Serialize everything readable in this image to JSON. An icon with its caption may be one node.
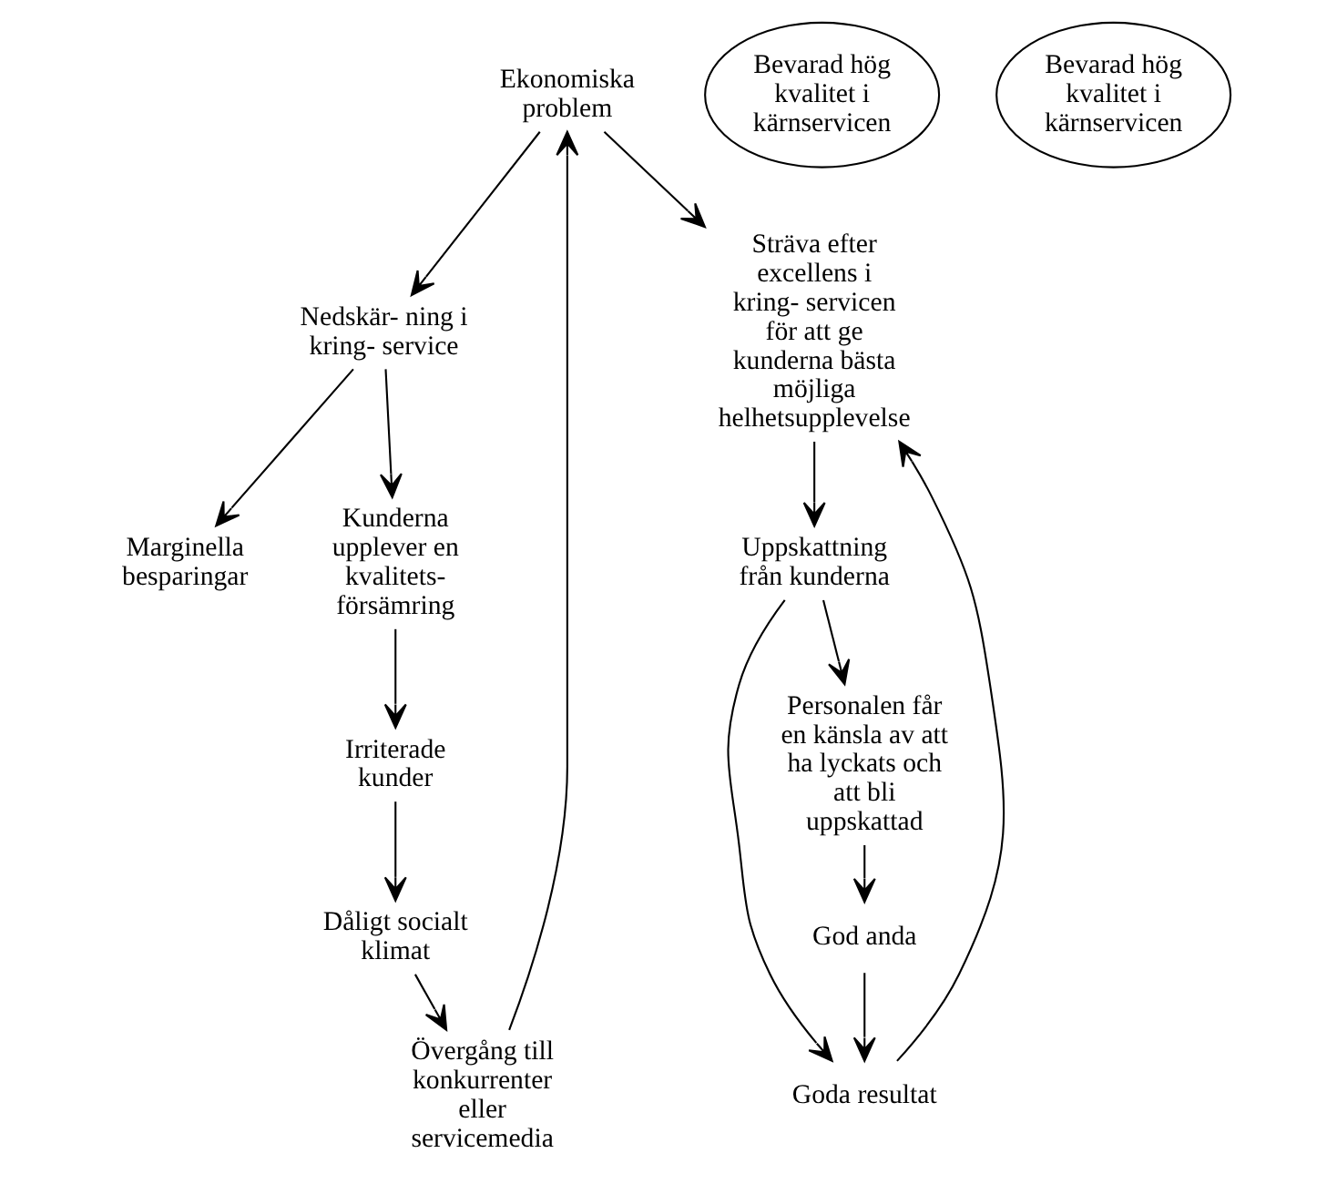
{
  "diagram": {
    "nodes": [
      {
        "text": [
          "Ekonomiska problem"
        ]
      },
      {
        "text": [
          "Övergång till konkurrenter eller servicemedia"
        ]
      },
      {
        "text": [
          "Dåligt socialt klimat"
        ]
      },
      {
        "text": [
          "Bevarad hög kvalitet i kärnservicen"
        ]
      },
      {
        "text": [
          "Nedskär- ning i kring- service"
        ]
      },
      {
        "text": [
          "Irriterade kunder"
        ]
      },
      {
        "text": [
          "Kunderna upplever en kvalitets- försämring"
        ]
      },
      {
        "text": [
          "Marginella besparingar"
        ]
      },
      {
        "text": [
          "Sträva efter excellens i kring- servicen för att ge kunderna bästa möjliga helhetsupplevelse"
        ]
      },
      {
        "text": [
          "Bevarad hög kvalitet i kärnservicen"
        ]
      },
      {
        "text": [
          "Goda resultat"
        ]
      },
      {
        "text": [
          "God anda"
        ]
      },
      {
        "text": [
          "Uppskattning från kunderna"
        ]
      },
      {
        "text": [
          "Personalen får en känsla av att ha lyckats och att bli uppskattad"
        ]
      }
    ],
    "edges": [
      {
        "from": 0,
        "to": 8,
        "arrow": "to"
      },
      {
        "from": 0,
        "to": 4,
        "arrow": "to"
      },
      {
        "from": 1,
        "to": 0,
        "arrow": "to"
      },
      {
        "from": 2,
        "to": 1,
        "arrow": "to"
      },
      {
        "from": 5,
        "to": 2,
        "arrow": "to"
      },
      {
        "from": 6,
        "to": 5,
        "arrow": "to"
      },
      {
        "from": 4,
        "to": 6,
        "arrow": "to"
      },
      {
        "from": 4,
        "to": 7,
        "arrow": "to"
      },
      {
        "from": 8,
        "to": 12,
        "arrow": "to"
      },
      {
        "from": 12,
        "to": 10,
        "arrow": "to"
      },
      {
        "from": 12,
        "to": 13,
        "arrow": "to"
      },
      {
        "from": 13,
        "to": 11,
        "arrow": "to"
      },
      {
        "from": 11,
        "to": 10,
        "arrow": "to"
      },
      {
        "from": 10,
        "to": 8,
        "arrow": "to"
      }
    ]
  }
}
